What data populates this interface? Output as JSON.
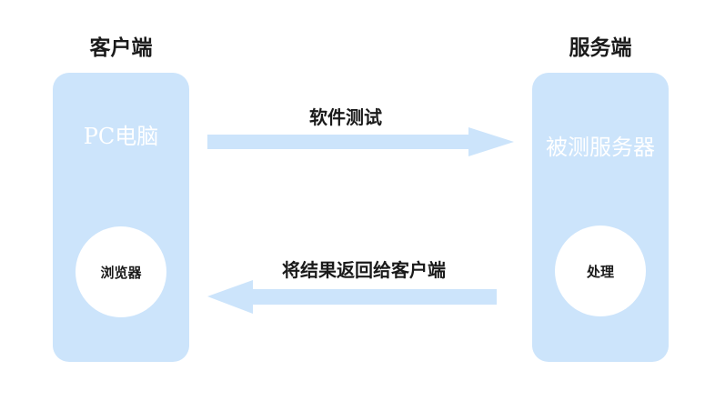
{
  "client": {
    "heading": "客户端",
    "title": "PC电脑",
    "inner": "浏览器"
  },
  "server": {
    "heading": "服务端",
    "title": "被测服务器",
    "inner": "处理"
  },
  "arrows": {
    "request": "软件测试",
    "response": "将结果返回给客户端"
  },
  "colors": {
    "panel": "#cce4fb",
    "arrow": "#cce4fb",
    "text": "#1a1a1a"
  }
}
